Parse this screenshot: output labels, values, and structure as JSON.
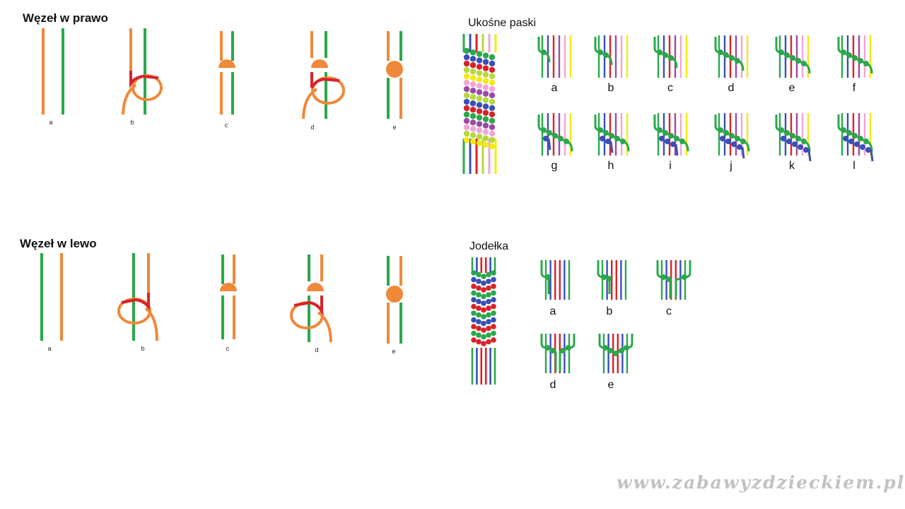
{
  "sections": {
    "right_knot": {
      "title": "Węzeł w prawo",
      "steps": [
        "a",
        "b",
        "c",
        "d",
        "e"
      ]
    },
    "left_knot": {
      "title": "Węzeł w lewo",
      "steps": [
        "a",
        "b",
        "c",
        "d",
        "e"
      ]
    },
    "diagonal": {
      "title": "Ukośne paski",
      "steps": [
        "a",
        "b",
        "c",
        "d",
        "e",
        "f",
        "g",
        "h",
        "i",
        "j",
        "k",
        "l"
      ]
    },
    "chevron": {
      "title": "Jodełka",
      "steps": [
        "a",
        "b",
        "c",
        "d",
        "e"
      ]
    }
  },
  "watermark": "www.zabawyzdzieckiem.pl",
  "colors": {
    "orange": "#f0883a",
    "green": "#2aa84a",
    "red": "#d8232a",
    "blue": "#3a4fb8",
    "purple": "#9b4aa6",
    "pink": "#f0a6d6",
    "yellow": "#f5e90f",
    "lime": "#b6d83a",
    "watermark": "#c2c2c2"
  }
}
